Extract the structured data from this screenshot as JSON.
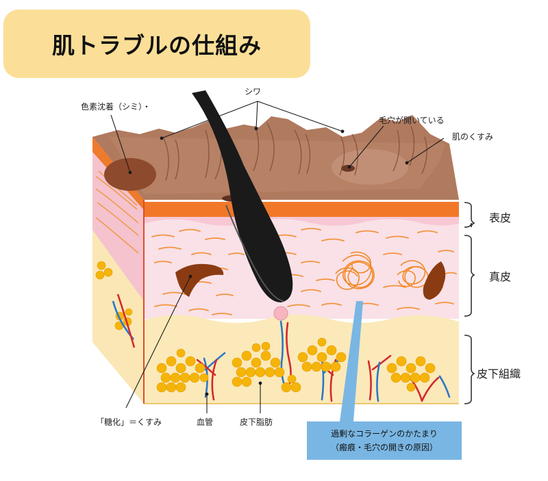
{
  "title": "肌トラブルの仕組み",
  "labels": {
    "pigment": "色素沈着（シミ）・",
    "wrinkle": "シワ",
    "pores_open": "毛穴が開いている",
    "dullness": "肌のくすみ",
    "glycation": "「糖化」＝くすみ",
    "blood_vessel": "血管",
    "subcutaneous_fat": "皮下脂肪",
    "collagen_line1": "過剰なコラーゲンのかたまり",
    "collagen_line2": "（瘢痕・毛穴の開きの原因）"
  },
  "layers": {
    "epidermis": "表皮",
    "dermis": "真皮",
    "subcutis": "皮下組織"
  },
  "colors": {
    "title_bg": "#fbdf98",
    "surface": "#b07a5e",
    "epidermis": "#f07828",
    "dermis": "#f8dde4",
    "subcutis": "#fbe9b9",
    "fat": "#f5b40a",
    "vessel_red": "#d42a2a",
    "vessel_blue": "#2a78c8",
    "callout": "#7ab6e3"
  }
}
